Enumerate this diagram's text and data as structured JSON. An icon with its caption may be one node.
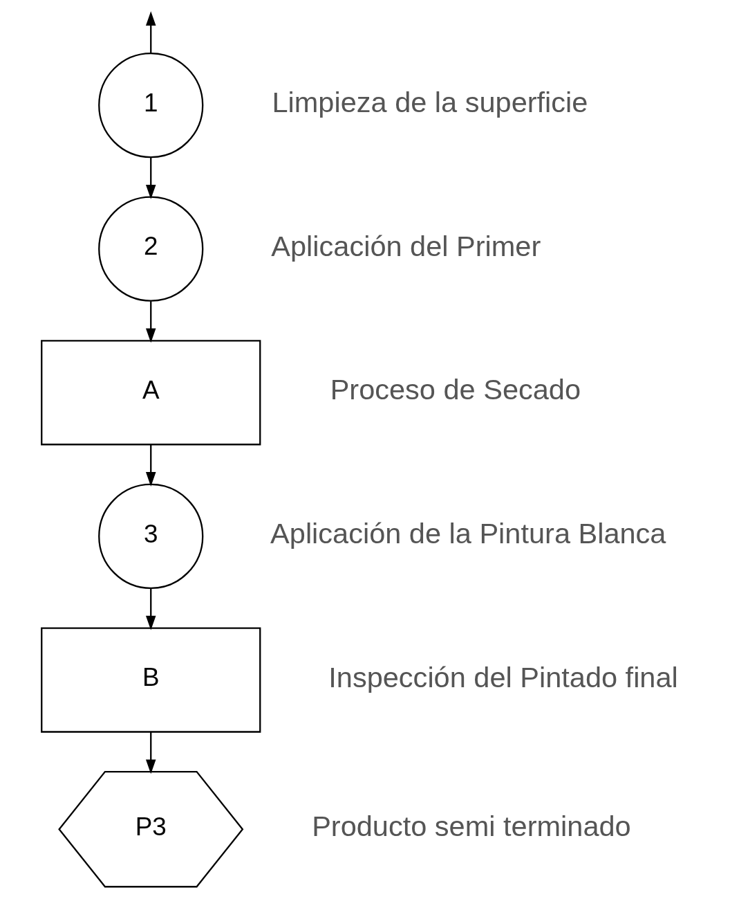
{
  "diagram": {
    "nodes": [
      {
        "text": [
          "1"
        ],
        "beside": [
          "Limpieza de la superficie"
        ]
      },
      {
        "text": [
          "2"
        ],
        "beside": [
          "Aplicación del Primer"
        ]
      },
      {
        "text": [
          "A"
        ],
        "beside": [
          "Proceso de Secado"
        ]
      },
      {
        "text": [
          "3"
        ],
        "beside": [
          "Aplicación de la Pintura Blanca"
        ]
      },
      {
        "text": [
          "B"
        ],
        "beside": [
          "Inspección del Pintado final"
        ]
      },
      {
        "text": [
          "P3"
        ],
        "beside": [
          "Producto semi terminado"
        ]
      }
    ],
    "edges": [
      {
        "from": 0,
        "to": null,
        "arrow": "to"
      },
      {
        "from": 0,
        "to": 1,
        "arrow": "to"
      },
      {
        "from": 1,
        "to": 2,
        "arrow": "to"
      },
      {
        "from": 2,
        "to": 3,
        "arrow": "to"
      },
      {
        "from": 3,
        "to": 4,
        "arrow": "to"
      },
      {
        "from": 4,
        "to": 5,
        "arrow": "to"
      }
    ]
  }
}
